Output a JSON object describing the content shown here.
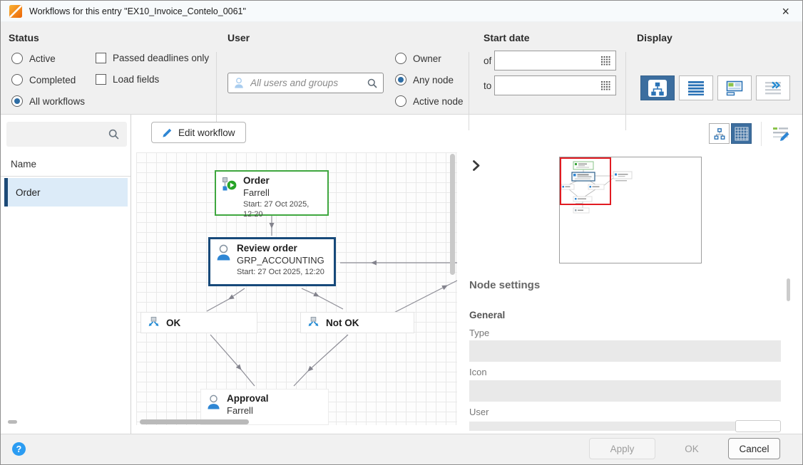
{
  "window": {
    "title": "Workflows for this entry \"EX10_Invoice_Contelo_0061\"",
    "close_glyph": "×"
  },
  "filters": {
    "status": {
      "heading": "Status",
      "options": [
        {
          "label": "Active",
          "selected": false
        },
        {
          "label": "Completed",
          "selected": false
        },
        {
          "label": "All workflows",
          "selected": true
        }
      ],
      "checkboxes": [
        {
          "label": "Passed deadlines only",
          "checked": false
        },
        {
          "label": "Load fields",
          "checked": false
        }
      ]
    },
    "user": {
      "heading": "User",
      "search_placeholder": "All users and groups",
      "options": [
        {
          "label": "Owner",
          "selected": false
        },
        {
          "label": "Any node",
          "selected": true
        },
        {
          "label": "Active node",
          "selected": false
        }
      ]
    },
    "start_date": {
      "heading": "Start date",
      "of_label": "of",
      "to_label": "to",
      "of_value": "",
      "to_value": ""
    },
    "display": {
      "heading": "Display",
      "selected_view": "tree"
    }
  },
  "sidebar": {
    "column_header": "Name",
    "items": [
      {
        "label": "Order",
        "selected": true
      }
    ]
  },
  "toolbar": {
    "edit_workflow_label": "Edit workflow"
  },
  "diagram": {
    "nodes": {
      "order": {
        "title": "Order",
        "user": "Farrell",
        "start": "Start: 27 Oct 2025, 12:20"
      },
      "review_order": {
        "title": "Review order",
        "user": "GRP_ACCOUNTING",
        "start": "Start: 27 Oct 2025, 12:20"
      },
      "ok": {
        "title": "OK"
      },
      "not_ok": {
        "title": "Not OK"
      },
      "approval": {
        "title": "Approval",
        "user": "Farrell"
      }
    }
  },
  "node_settings": {
    "heading": "Node settings",
    "section_general": "General",
    "fields": [
      {
        "label": "Type",
        "value": ""
      },
      {
        "label": "Icon",
        "value": ""
      },
      {
        "label": "User",
        "value": ""
      }
    ]
  },
  "footer": {
    "help_glyph": "?",
    "apply_label": "Apply",
    "ok_label": "OK",
    "cancel_label": "Cancel"
  },
  "colors": {
    "accent_blue": "#2e86d4",
    "selected_button_bg": "#3c6e9f",
    "node_green_border": "#3fa73f",
    "node_navy_border": "#17497a",
    "selected_row_bg": "#dcebf8",
    "selected_row_bar": "#1c4a77",
    "minimap_viewport_red": "#e11b22",
    "help_blue": "#2b9cf2"
  }
}
